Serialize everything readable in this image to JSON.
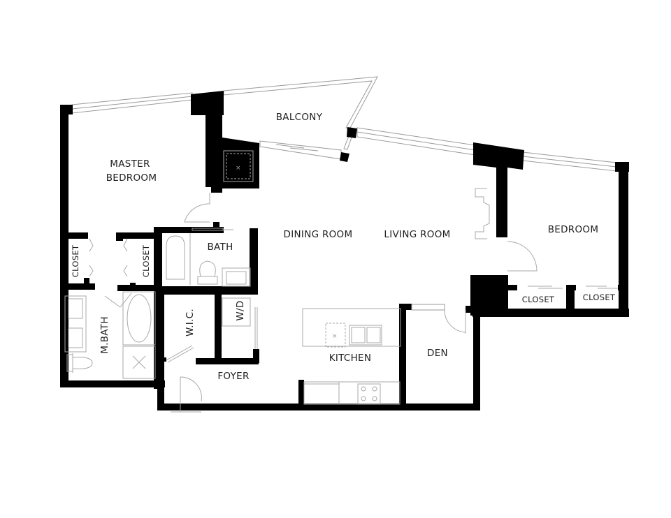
{
  "floor_plan": {
    "title": "",
    "colors": {
      "wall": "#000000",
      "fixture_line": "#a8a8a8",
      "label": "#1e1e1e",
      "background": "#ffffff"
    },
    "rooms": [
      {
        "id": "master-bedroom",
        "line1": "MASTER",
        "line2": "BEDROOM"
      },
      {
        "id": "balcony",
        "label": "BALCONY"
      },
      {
        "id": "dining-room",
        "label": "DINING ROOM"
      },
      {
        "id": "living-room",
        "label": "LIVING ROOM"
      },
      {
        "id": "bedroom",
        "label": "BEDROOM"
      },
      {
        "id": "bath",
        "label": "BATH"
      },
      {
        "id": "closet-left-1",
        "label": "CLOSET"
      },
      {
        "id": "closet-left-2",
        "label": "CLOSET"
      },
      {
        "id": "closet-bedroom-1",
        "label": "CLOSET"
      },
      {
        "id": "closet-bedroom-2",
        "label": "CLOSET"
      },
      {
        "id": "master-bath",
        "label": "M.BATH"
      },
      {
        "id": "walk-in-closet",
        "label": "W.I.C."
      },
      {
        "id": "washer-dryer",
        "label": "W/D"
      },
      {
        "id": "kitchen",
        "label": "KITCHEN"
      },
      {
        "id": "den",
        "label": "DEN"
      },
      {
        "id": "foyer",
        "label": "FOYER"
      }
    ]
  }
}
